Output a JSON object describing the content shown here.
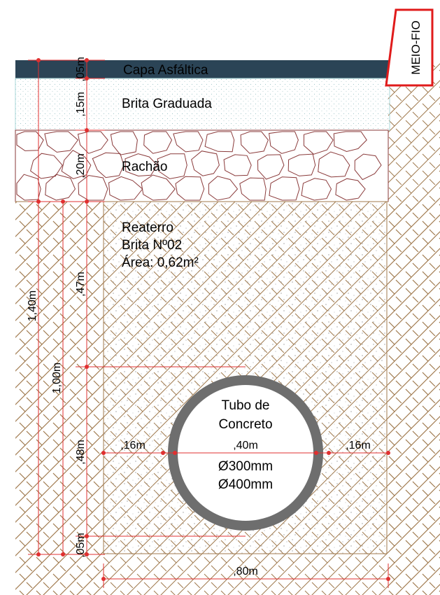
{
  "layers": {
    "asphalt": "Capa Asfáltica",
    "graded": "Brita Graduada",
    "rachao": "Rachão",
    "backfill_title": "Reaterro",
    "backfill_material": "Brita Nº02",
    "backfill_area": "Área: 0,62m²"
  },
  "curb": {
    "label": "MEIO-FIO"
  },
  "pipe": {
    "line1": "Tubo de",
    "line2": "Concreto",
    "inner_diameter": "Ø300mm",
    "outer_diameter": "Ø400mm"
  },
  "dimensions": {
    "asphalt_thickness": ",05m",
    "graded_thickness": ",15m",
    "rachao_thickness": ",20m",
    "total_depth": "1,40m",
    "trench_depth": "1,00m",
    "above_pipe": ",47m",
    "pipe_zone": ",48m",
    "bedding": ",05m",
    "side_left": ",16m",
    "pipe_width": ",40m",
    "side_right": ",16m",
    "trench_width": ",80m"
  },
  "colors": {
    "asphalt": "#2b4456",
    "graded_border": "#a9d7d9",
    "rock": "#8a3a3a",
    "soil": "#a07a4e",
    "dimension": "#e03030",
    "pipe": "#6e6e6e",
    "curb_border": "#e01b1b"
  }
}
